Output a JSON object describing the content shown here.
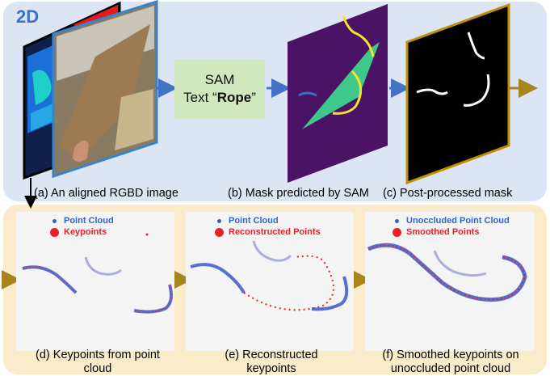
{
  "section_2d": {
    "title": "2D"
  },
  "section_3d": {
    "title": "3D"
  },
  "sam_box": {
    "line1": "SAM",
    "line2_prefix": "Text “",
    "line2_bold": "Rope",
    "line2_suffix": "”"
  },
  "captions": {
    "a": "(a) An aligned RGBD image",
    "b": "(b) Mask predicted by SAM",
    "c": "(c) Post-processed mask",
    "d": "(d) Keypoints from point cloud",
    "e": "(e) Reconstructed keypoints",
    "f": "(f) Smoothed keypoints on unoccluded point cloud"
  },
  "legends": {
    "d": {
      "blue": "Point Cloud",
      "red": "Keypoints"
    },
    "e": {
      "blue": "Point Cloud",
      "red": "Reconstructed Points"
    },
    "f": {
      "blue": "Unoccluded Point Cloud",
      "red": "Smoothed Points"
    }
  },
  "colors": {
    "panel_2d": "#dbe5f3",
    "panel_3d": "#faeccb",
    "section_2d_title": "#3f71c1",
    "section_3d_title": "#f2b526",
    "arrow_blue": "#4472c4",
    "arrow_gold": "#a8841c",
    "frame_gold": "#bf9000",
    "frame_blue": "#3a82c9",
    "mask_purple": "#4b1266",
    "mask_green": "#3ec88a",
    "point_blue": "#2d4fc9",
    "point_red": "#e8202a"
  }
}
